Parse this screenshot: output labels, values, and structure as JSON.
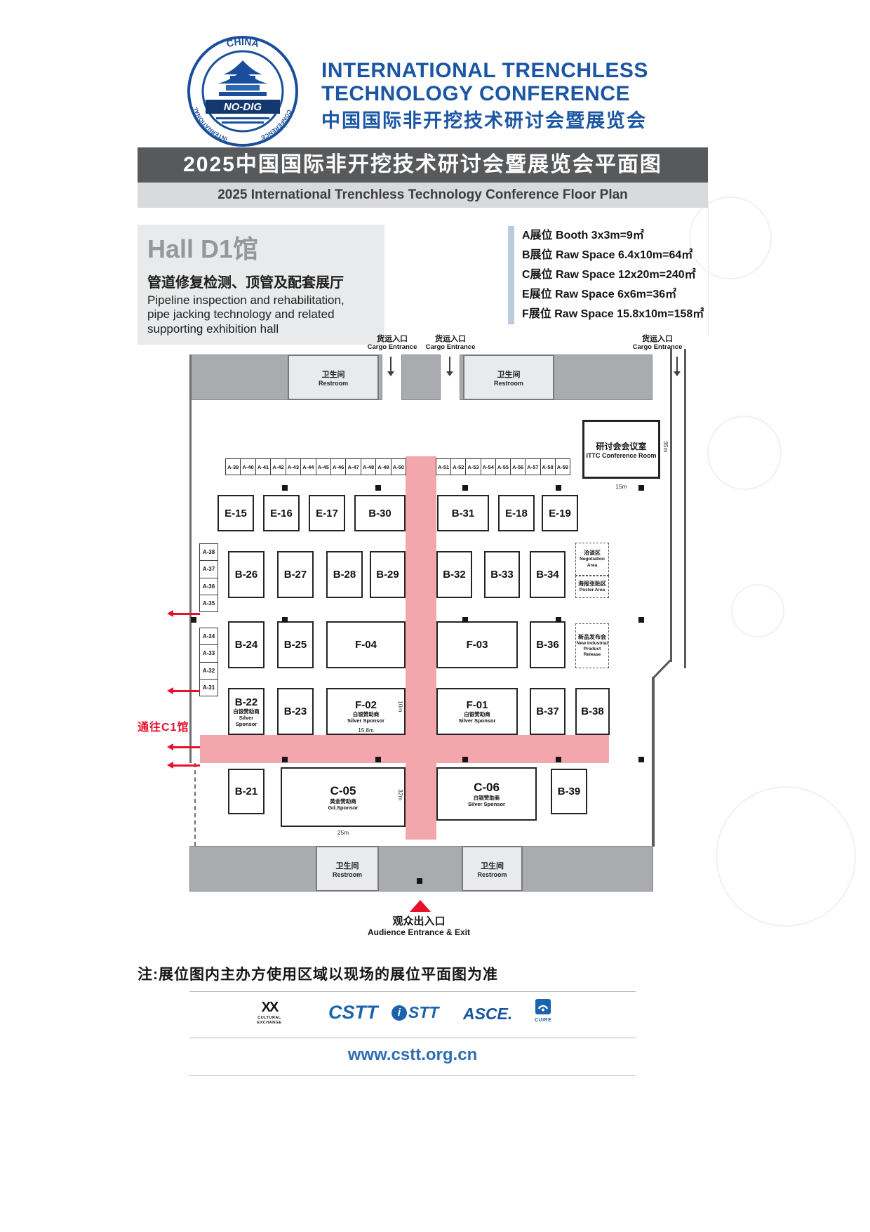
{
  "header": {
    "logo": {
      "ring_top": "CHINA",
      "ring_left": "INTERNATIONAL",
      "ring_right": "CONFERENCE",
      "banner": "NO-DIG"
    },
    "title_en1": "INTERNATIONAL TRENCHLESS",
    "title_en2": "TECHNOLOGY CONFERENCE",
    "title_cn": "中国国际非开挖技术研讨会暨展览会"
  },
  "banner": {
    "cn": "2025中国国际非开挖技术研讨会暨展览会平面图",
    "en": "2025 International Trenchless Technology Conference Floor Plan"
  },
  "hall": {
    "title": "Hall D1馆",
    "subtitle_cn": "管道修复检测、顶管及配套展厅",
    "desc1": "Pipeline inspection and rehabilitation,",
    "desc2": "pipe jacking technology and related",
    "desc3": "supporting exhibition hall"
  },
  "legend": {
    "items": [
      {
        "label": "A展位",
        "desc": "Booth 3x3m=9㎡"
      },
      {
        "label": "B展位",
        "desc": "Raw Space 6.4x10m=64㎡"
      },
      {
        "label": "C展位",
        "desc": "Raw Space 12x20m=240㎡"
      },
      {
        "label": "E展位",
        "desc": "Raw Space  6x6m=36㎡"
      },
      {
        "label": "F展位",
        "desc": "Raw Space 15.8x10m=158㎡"
      }
    ]
  },
  "plan": {
    "labels": {
      "cargo_cn": "货运入口",
      "cargo_en": "Cargo Entrance",
      "restroom_cn": "卫生间",
      "restroom_en": "Restroom",
      "conf_cn": "研讨会会议室",
      "conf_en": "ITTC Conference Room",
      "negotiation_cn": "洽谈区",
      "negotiation_en": "Negotiation Area",
      "poster_cn": "海报张贴区",
      "poster_en": "Poster Area",
      "release_cn": "新品发布会",
      "release_en": "New Industrial Product Release",
      "silver_cn": "白银赞助商",
      "silver_en": "Silver Sponsor",
      "gold_cn": "黄金赞助商",
      "gold_en": "Gd.Sponsor",
      "to_c1": "通往C1馆",
      "audience_cn": "观众出入口",
      "audience_en": "Audience Entrance & Exit"
    },
    "dims": {
      "conf_w": "15m",
      "conf_side": "35m",
      "f02": "15.8m",
      "c05": "25m",
      "corridor_upper": "10m",
      "corridor_lower": "32m"
    },
    "a_top_left": [
      "A-39",
      "A-40",
      "A-41",
      "A-42",
      "A-43",
      "A-44",
      "A-45",
      "A-46",
      "A-47",
      "A-48",
      "A-49",
      "A-50"
    ],
    "a_top_right": [
      "A-51",
      "A-52",
      "A-53",
      "A-54",
      "A-55",
      "A-56",
      "A-57",
      "A-58",
      "A-59"
    ],
    "row_e": [
      "E-15",
      "E-16",
      "E-17",
      "B-30",
      "B-31",
      "E-18",
      "E-19"
    ],
    "a_left_upper": [
      "A-38",
      "A-37",
      "A-36",
      "A-35"
    ],
    "a_left_lower": [
      "A-34",
      "A-33",
      "A-32",
      "A-31"
    ],
    "row1": [
      "B-26",
      "B-27",
      "B-28",
      "B-29",
      "B-32",
      "B-33",
      "B-34"
    ],
    "row2": [
      "B-24",
      "B-25",
      "F-04",
      "F-03",
      "B-36"
    ],
    "row3": [
      "B-22",
      "B-23",
      "F-02",
      "F-01",
      "B-37",
      "B-38"
    ],
    "row4": [
      "B-21",
      "C-05",
      "C-06",
      "B-39"
    ]
  },
  "note": "注:展位图内主办方使用区域以现场的展位平面图为准",
  "footer": {
    "org1_glyph": "XX",
    "org1a": "CULTURAL",
    "org1b": "EXCHANGE",
    "org2": "CSTT",
    "org3_i": "i",
    "org3": "STT",
    "org4": "ASCE.",
    "org5": "CUIRE",
    "url": "www.cstt.org.cn"
  }
}
